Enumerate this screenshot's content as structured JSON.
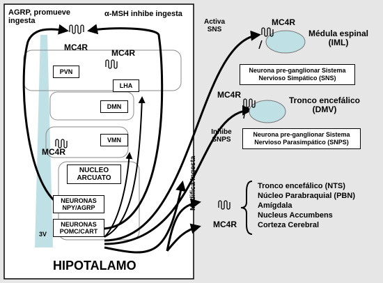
{
  "hypothalamus": {
    "title": "HIPOTALAMO",
    "agrp_caption": "AGRP, promueve ingesta",
    "amsh_caption": "α-MSH inhibe ingesta",
    "third_ventricle": "3V",
    "nuclei": {
      "pvn": "PVN",
      "lha": "LHA",
      "dmn": "DMN",
      "vmn": "VMN",
      "arcuate": "NUCLEO ARCUATO",
      "npy_agrp": "NEURONAS NPY/AGRP",
      "pomc_cart": "NEURONAS POMC/CART"
    },
    "receptor_label": "MC4R"
  },
  "targets": {
    "spinal": {
      "title": "Médula espinal (IML)",
      "receptor": "MC4R",
      "action": "Activa SNS",
      "neuron_caption": "Neurona pre-ganglionar Sistema Nervioso Simpático (SNS)"
    },
    "brainstem": {
      "title": "Tronco encefálico (DMV)",
      "receptor": "MC4R",
      "action": "Inhibe SNPS",
      "neuron_caption": "Neurona pre-ganglionar Sistema Nervioso Parasimpático (SNPS)"
    },
    "intake": {
      "action": "Modifica Ingesta",
      "receptor": "MC4R",
      "regions": [
        "Tronco encefálico (NTS)",
        "Núcleo Parabraquial (PBN)",
        "Amígdala",
        "Nucleus Accumbens",
        "Corteza Cerebral"
      ]
    }
  }
}
